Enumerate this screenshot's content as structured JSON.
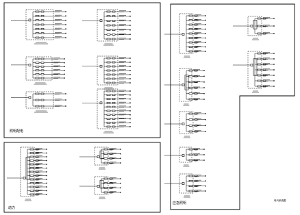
{
  "drawing": {
    "panel_labels": {
      "top_left": "照明配电",
      "bottom_left": "动力",
      "right": "应急照明"
    },
    "title_block": "电气系统图"
  }
}
